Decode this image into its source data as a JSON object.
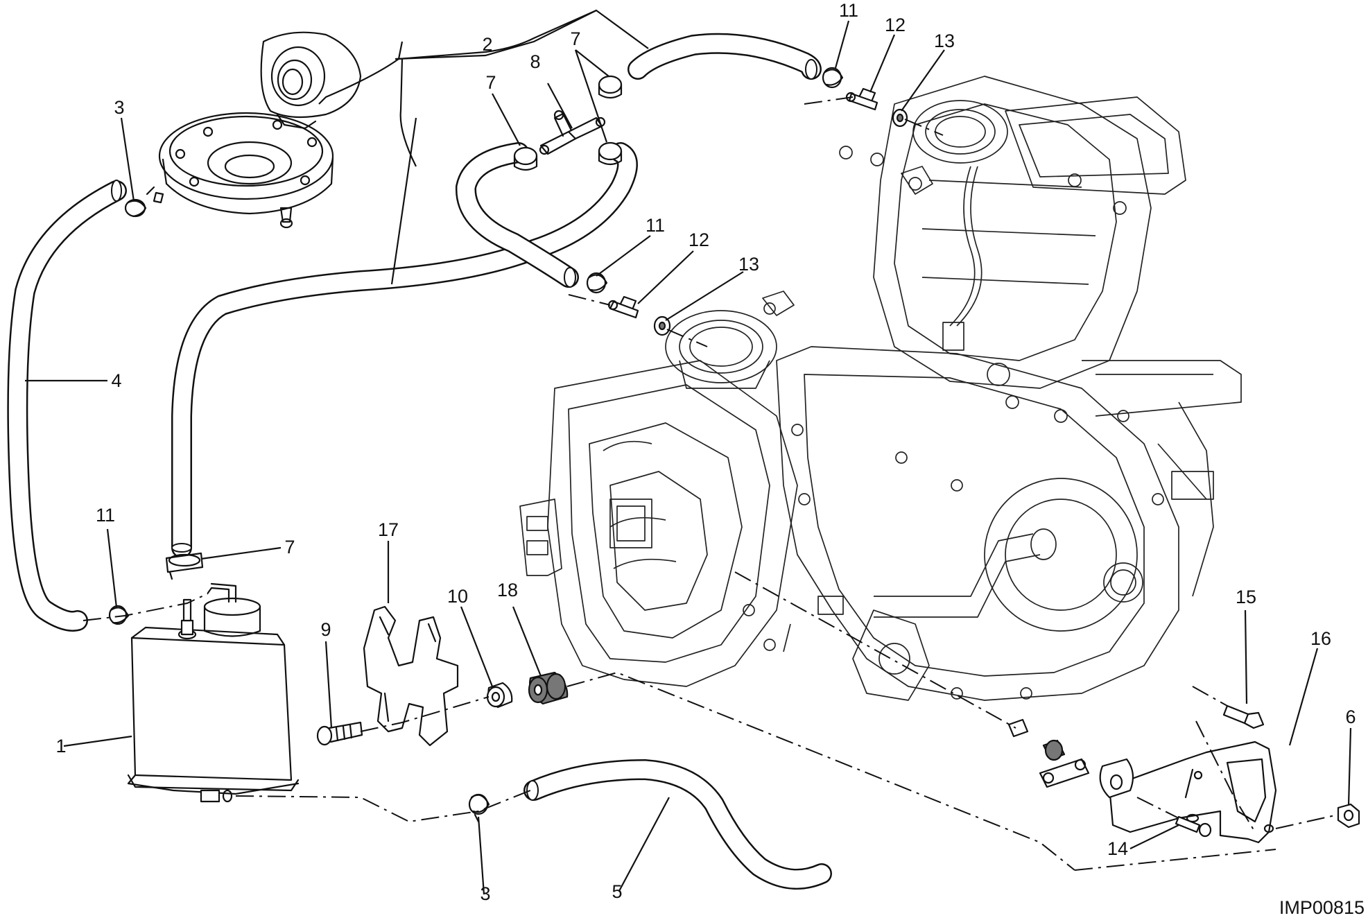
{
  "diagram": {
    "reference_code": "IMP00815",
    "callouts": [
      {
        "id": "c1",
        "label": "1"
      },
      {
        "id": "c2",
        "label": "2"
      },
      {
        "id": "c3a",
        "label": "3"
      },
      {
        "id": "c3b",
        "label": "3"
      },
      {
        "id": "c4",
        "label": "4"
      },
      {
        "id": "c5",
        "label": "5"
      },
      {
        "id": "c6",
        "label": "6"
      },
      {
        "id": "c7a",
        "label": "7"
      },
      {
        "id": "c7b",
        "label": "7"
      },
      {
        "id": "c7c",
        "label": "7"
      },
      {
        "id": "c8",
        "label": "8"
      },
      {
        "id": "c9",
        "label": "9"
      },
      {
        "id": "c10",
        "label": "10"
      },
      {
        "id": "c11a",
        "label": "11"
      },
      {
        "id": "c11b",
        "label": "11"
      },
      {
        "id": "c11c",
        "label": "11"
      },
      {
        "id": "c12a",
        "label": "12"
      },
      {
        "id": "c12b",
        "label": "12"
      },
      {
        "id": "c13a",
        "label": "13"
      },
      {
        "id": "c13b",
        "label": "13"
      },
      {
        "id": "c14",
        "label": "14"
      },
      {
        "id": "c15",
        "label": "15"
      },
      {
        "id": "c16",
        "label": "16"
      },
      {
        "id": "c17",
        "label": "17"
      },
      {
        "id": "c18",
        "label": "18"
      }
    ]
  }
}
